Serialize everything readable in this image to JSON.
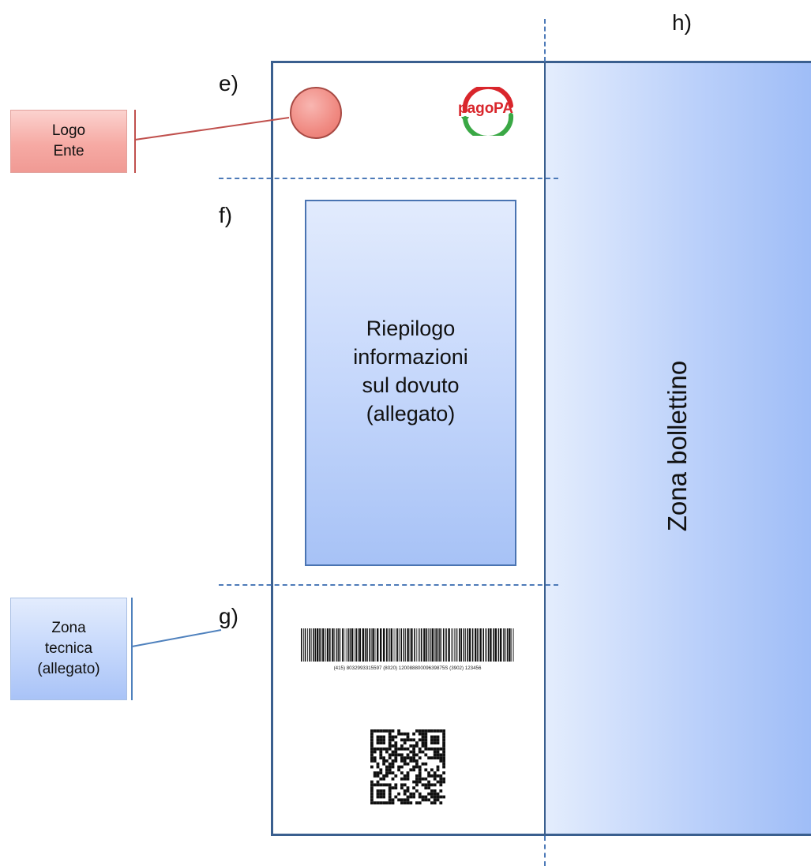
{
  "sections": {
    "e_label": "e)",
    "f_label": "f)",
    "g_label": "g)",
    "h_label": "h)"
  },
  "callouts": {
    "logo_ente": "Logo\nEnte",
    "zona_tecnica": "Zona\ntecnica\n(allegato)"
  },
  "riepilogo_box": "Riepilogo\ninformazioni\nsul dovuto\n(allegato)",
  "bollettino_label": "Zona bollettino",
  "pagopa_logo": {
    "text_pago": "pago",
    "text_pa": "PA"
  },
  "barcode_caption": "(415) 8032993315597  (8020) 12008880009639875S  (3902) 123456",
  "colors": {
    "frame": "#3a5f8f",
    "dashed_guides": "#4d7ab8",
    "logo_callout": "#f6aaa4",
    "tecnica_callout": "#c3d6fb",
    "bollettino_gradient_end": "#9fbdf7",
    "pagopa_red": "#d9262c",
    "pagopa_green": "#3aa845"
  },
  "icons": {
    "logo_ente": "circle-logo-icon",
    "pagopa": "pagopa-logo-icon",
    "barcode": "barcode-icon",
    "qrcode": "qr-code-icon"
  }
}
